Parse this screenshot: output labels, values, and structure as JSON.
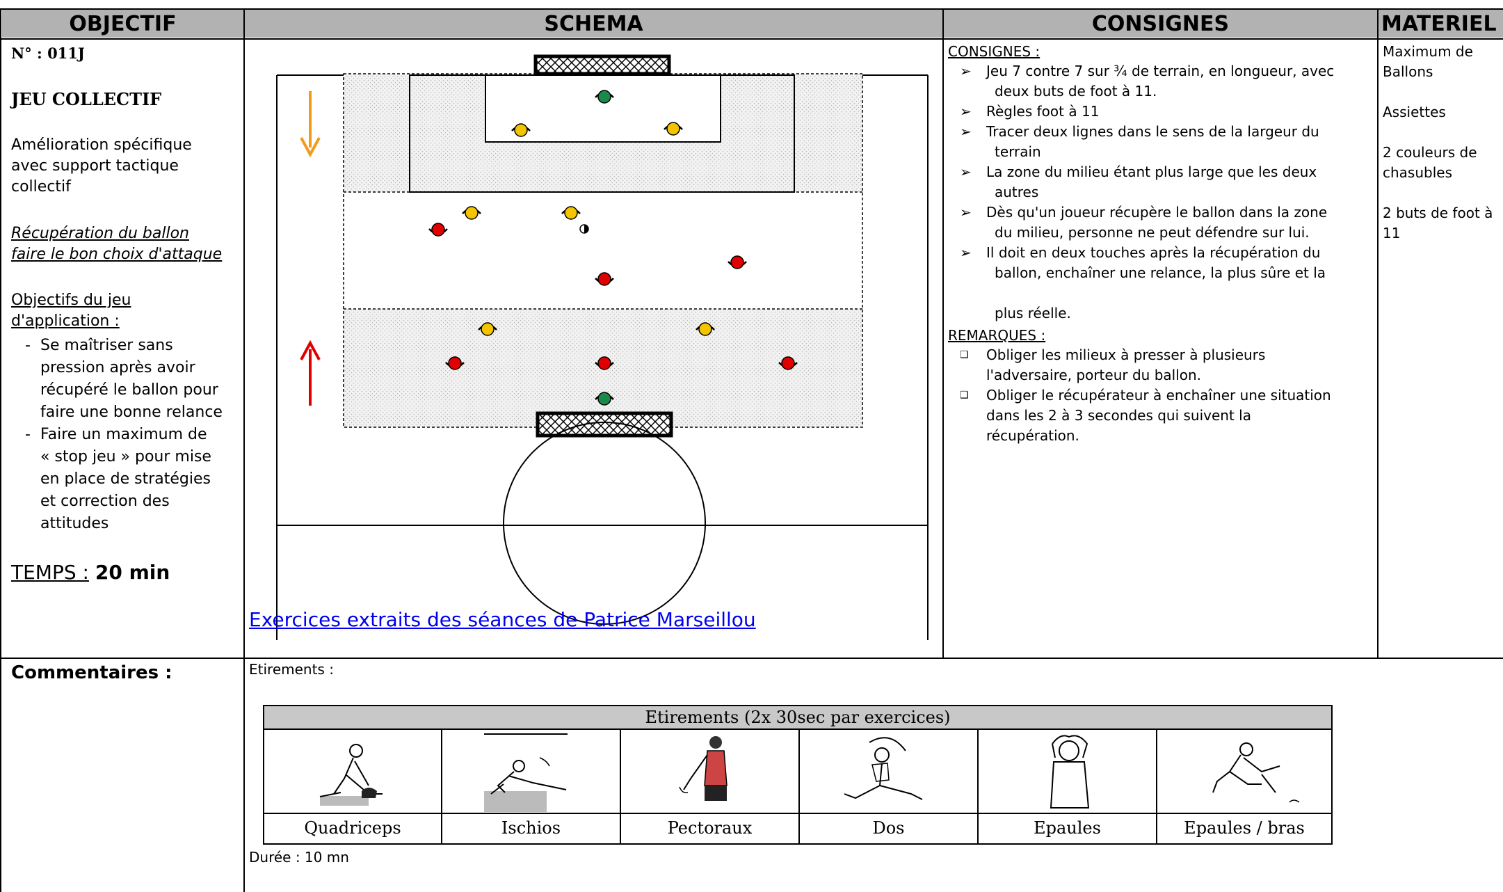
{
  "headers": {
    "objectif": "OBJECTIF",
    "schema": "SCHEMA",
    "consignes": "CONSIGNES",
    "materiel": "MATERIEL"
  },
  "objectif": {
    "number": "N° : 011J",
    "title": "JEU COLLECTIF",
    "improvement": [
      "Amélioration spécifique",
      "avec support tactique",
      "collectif"
    ],
    "focus": [
      "Récupération du ballon",
      "faire le bon choix d'attaque"
    ],
    "app_objectives_label": [
      "Objectifs du jeu",
      "d'application :"
    ],
    "bullets": [
      {
        "dash": "-",
        "lines": [
          "Se maîtriser sans",
          "pression après avoir",
          "récupéré le ballon pour",
          "faire une bonne relance"
        ]
      },
      {
        "dash": "-",
        "lines": [
          "Faire un maximum de",
          "« stop jeu » pour mise",
          "en place de stratégies",
          "et correction des",
          "attitudes"
        ]
      }
    ],
    "time_label": "TEMPS :",
    "time_value": "20 min"
  },
  "schema": {
    "link_text": "Exercices extraits des séances de Patrice Marseillou",
    "colors": {
      "red": "#e00000",
      "yellow": "#f4c400",
      "green": "#1a8a4a",
      "orange": "#f29a1a"
    }
  },
  "consignes": {
    "label": "CONSIGNES :",
    "items": [
      [
        "Jeu 7 contre 7 sur ¾ de terrain, en longueur, avec",
        "deux buts de foot à 11."
      ],
      [
        "Règles foot à 11"
      ],
      [
        "Tracer deux lignes dans le sens de la largeur du",
        "terrain"
      ],
      [
        "La zone du milieu étant plus large que les deux",
        "autres"
      ],
      [
        "Dès qu'un joueur récupère le ballon dans la zone",
        "du milieu, personne ne peut défendre sur lui."
      ],
      [
        "Il doit en deux touches après la récupération du",
        "ballon, enchaîner une relance, la plus sûre et la",
        "plus réelle."
      ]
    ],
    "remarques_label": "REMARQUES :",
    "remarques": [
      [
        "Obliger les milieux à presser à plusieurs",
        "l'adversaire, porteur du ballon."
      ],
      [
        "Obliger le récupérateur à enchaîner une situation",
        "dans les 2 à 3 secondes qui suivent la",
        "récupération."
      ]
    ]
  },
  "materiel": {
    "lines": [
      "Maximum de",
      "Ballons",
      "",
      "Assiettes",
      "",
      "2 couleurs de",
      "chasubles",
      "",
      "2 buts de foot à",
      "11"
    ]
  },
  "commentaires": {
    "label": "Commentaires :",
    "etirements_label": "Etirements :",
    "table_title": "Etirements (2x 30sec par exercices)",
    "exercises": [
      "Quadriceps",
      "Ischios",
      "Pectoraux",
      "Dos",
      "Epaules",
      "Epaules / bras"
    ],
    "duree": "Durée : 10 mn"
  }
}
